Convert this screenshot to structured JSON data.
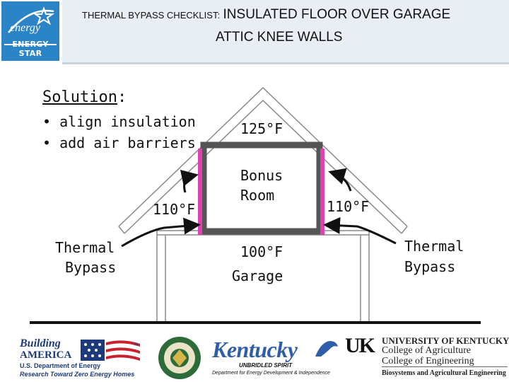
{
  "header": {
    "title_prefix": "THERMAL BYPASS CHECKLIST:",
    "title_main": "INSULATED FLOOR OVER GARAGE",
    "title_line2": "ATTIC KNEE WALLS",
    "energy_star_label": "ENERGY STAR",
    "energy_star_script": "energy"
  },
  "solution": {
    "heading": "Solution",
    "colon": ":",
    "bullets": [
      "• align insulation",
      "• add air barriers"
    ]
  },
  "diagram": {
    "attic_temp": "125°F",
    "room_line1": "Bonus",
    "room_line2": "Room",
    "knee_temp_left": "110°F",
    "knee_temp_right": "110°F",
    "garage_temp": "100°F",
    "garage_label": "Garage",
    "bypass_left_line1": "Thermal",
    "bypass_left_line2": "Bypass",
    "bypass_right_line1": "Thermal",
    "bypass_right_line2": "Bypass",
    "colors": {
      "air_barrier": "#e040b0",
      "insulation": "#555555",
      "frame": "#888888"
    }
  },
  "logos": {
    "building_america": {
      "title_line1": "Building",
      "title_line2": "AMERICA",
      "tm": "™",
      "line1": "U.S. Department of Energy",
      "line2": "Research Toward Zero Energy Homes"
    },
    "doe_seal": "doe-seal",
    "kentucky": {
      "word": "Kentucky",
      "spirit": "UNBRIDLED SPIRIT",
      "dept": "Department for Energy Development & Independence"
    },
    "uk": {
      "mark": "UK",
      "line1": "UNIVERSITY OF KENTUCKY",
      "line2": "College of Agriculture",
      "line3": "College of Engineering",
      "line4": "Biosystems and Agricultural Engineering"
    }
  }
}
